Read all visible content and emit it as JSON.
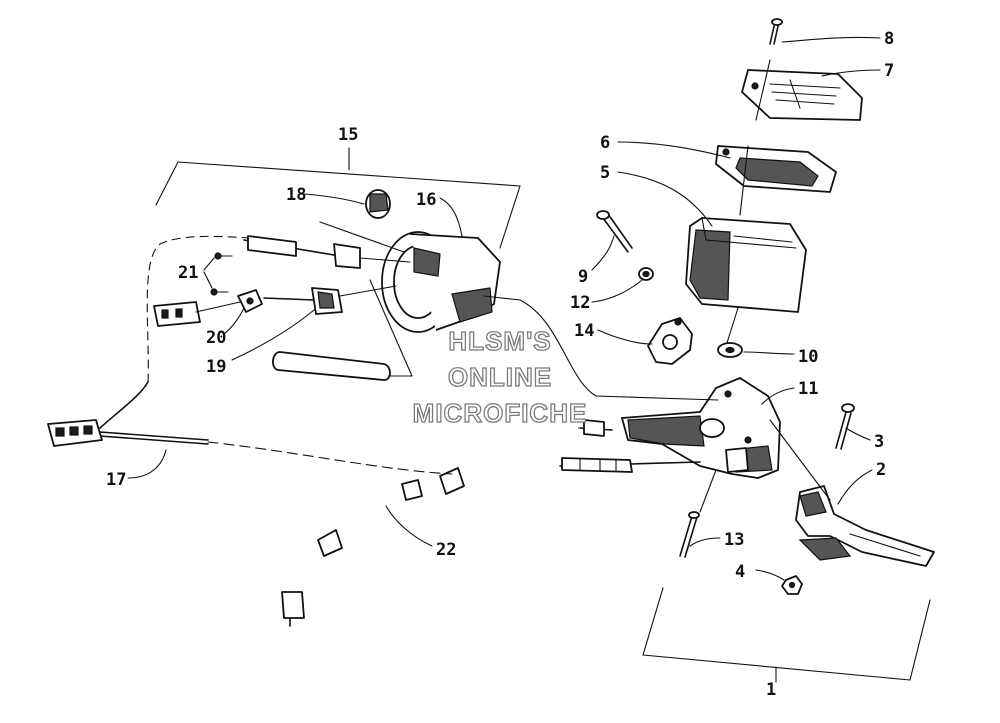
{
  "diagram": {
    "callouts": [
      {
        "id": "1",
        "text": "1"
      },
      {
        "id": "2",
        "text": "2"
      },
      {
        "id": "3",
        "text": "3"
      },
      {
        "id": "4",
        "text": "4"
      },
      {
        "id": "5",
        "text": "5"
      },
      {
        "id": "6",
        "text": "6"
      },
      {
        "id": "7",
        "text": "7"
      },
      {
        "id": "8",
        "text": "8"
      },
      {
        "id": "9",
        "text": "9"
      },
      {
        "id": "10",
        "text": "10"
      },
      {
        "id": "11",
        "text": "11"
      },
      {
        "id": "12",
        "text": "12"
      },
      {
        "id": "13",
        "text": "13"
      },
      {
        "id": "14",
        "text": "14"
      },
      {
        "id": "15",
        "text": "15"
      },
      {
        "id": "16",
        "text": "16"
      },
      {
        "id": "17",
        "text": "17"
      },
      {
        "id": "18",
        "text": "18"
      },
      {
        "id": "19",
        "text": "19"
      },
      {
        "id": "20",
        "text": "20"
      },
      {
        "id": "21",
        "text": "21"
      },
      {
        "id": "22",
        "text": "22"
      }
    ],
    "watermark": {
      "line1": "HLSM'S",
      "line2": "ONLINE",
      "line3": "MICROFICHE"
    }
  }
}
